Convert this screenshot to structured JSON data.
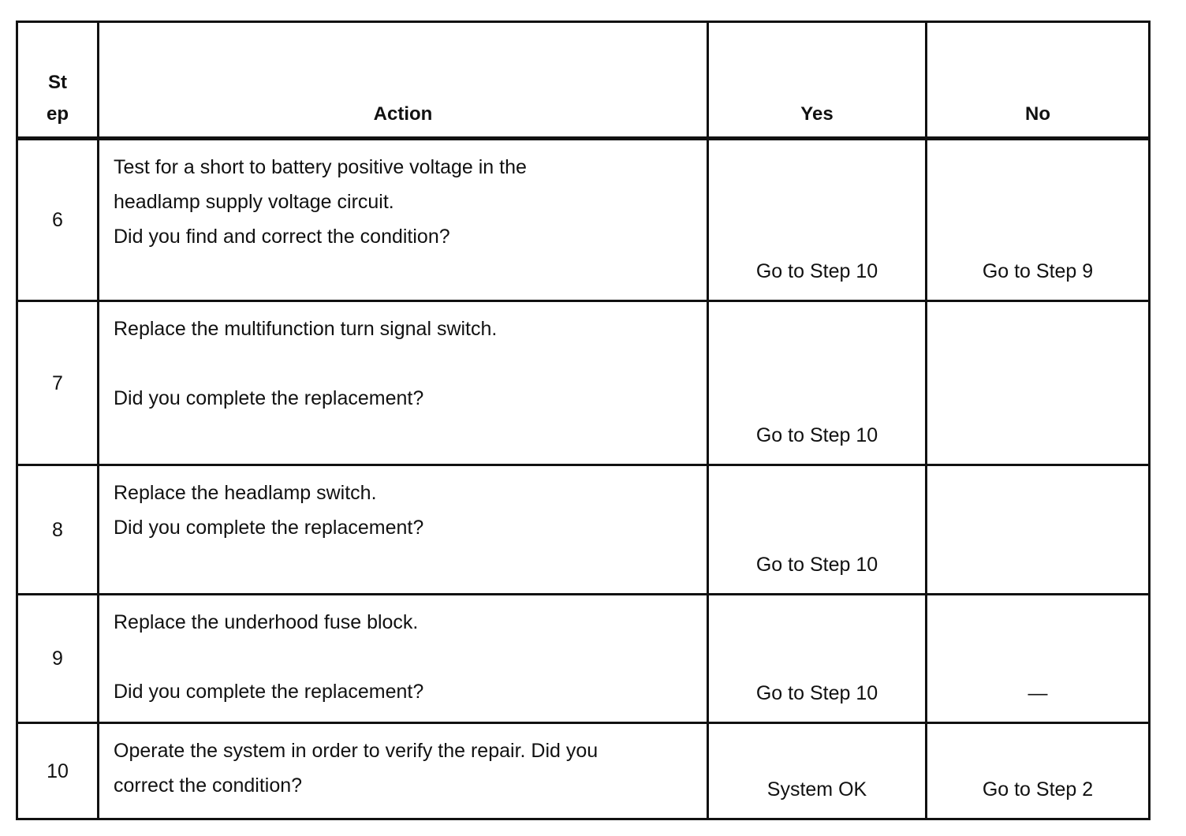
{
  "table": {
    "headers": {
      "step_line1": "St",
      "step_line2": "ep",
      "action": "Action",
      "yes": "Yes",
      "no": "No"
    },
    "rows": [
      {
        "step": "6",
        "action_lines": [
          "Test for a short to battery positive voltage in the",
          "headlamp supply voltage circuit.",
          "Did you find and correct the condition?"
        ],
        "yes": "Go to Step 10",
        "no": "Go to Step 9"
      },
      {
        "step": "7",
        "action_lines": [
          "Replace the multifunction turn signal switch.",
          "Did you complete the replacement?"
        ],
        "yes": "Go to Step 10",
        "no": ""
      },
      {
        "step": "8",
        "action_lines": [
          "Replace the headlamp switch.",
          "Did you complete the replacement?"
        ],
        "yes": "Go to Step 10",
        "no": ""
      },
      {
        "step": "9",
        "action_lines": [
          "Replace the underhood fuse block.",
          "Did you complete the replacement?"
        ],
        "yes": "Go to Step 10",
        "no": "—"
      },
      {
        "step": "10",
        "action_lines": [
          "Operate the system in order to verify the repair. Did you",
          "correct the condition?"
        ],
        "yes": "System OK",
        "no": "Go to Step 2"
      }
    ]
  }
}
